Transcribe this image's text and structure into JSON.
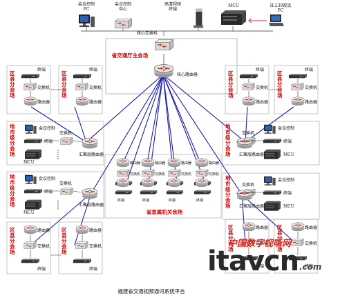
{
  "labels": {
    "pc_conf": "会议控制\nPC",
    "conf_center": "会议控制\n中心",
    "hd_terminal": "高清视频\n终端",
    "mcu_top": "MCU",
    "h239_pc": "H.239双流\nPC",
    "core_switch": "核心交换机",
    "main_venue": "省交通厅主会场",
    "core_router": "核心路由器",
    "terminal": "终端",
    "switch": "交换机",
    "router": "路由器",
    "county_venue": "区县分会场",
    "city_venue": "地市级分会场",
    "agg_router": "汇聚层路由器",
    "conf_control": "会议控制",
    "mcu": "MCU",
    "provincial_venue": "省直属机关会场",
    "caption": "福建省交通视频通讯系统平台"
  },
  "watermark": {
    "cn": "中国数字视听网",
    "en": "itavcn",
    "domain": ".com"
  },
  "colors": {
    "link_blue": "#1a1aa8",
    "red_label": "#d00000",
    "device_dark": "#333333",
    "router_red": "#c0392b"
  }
}
